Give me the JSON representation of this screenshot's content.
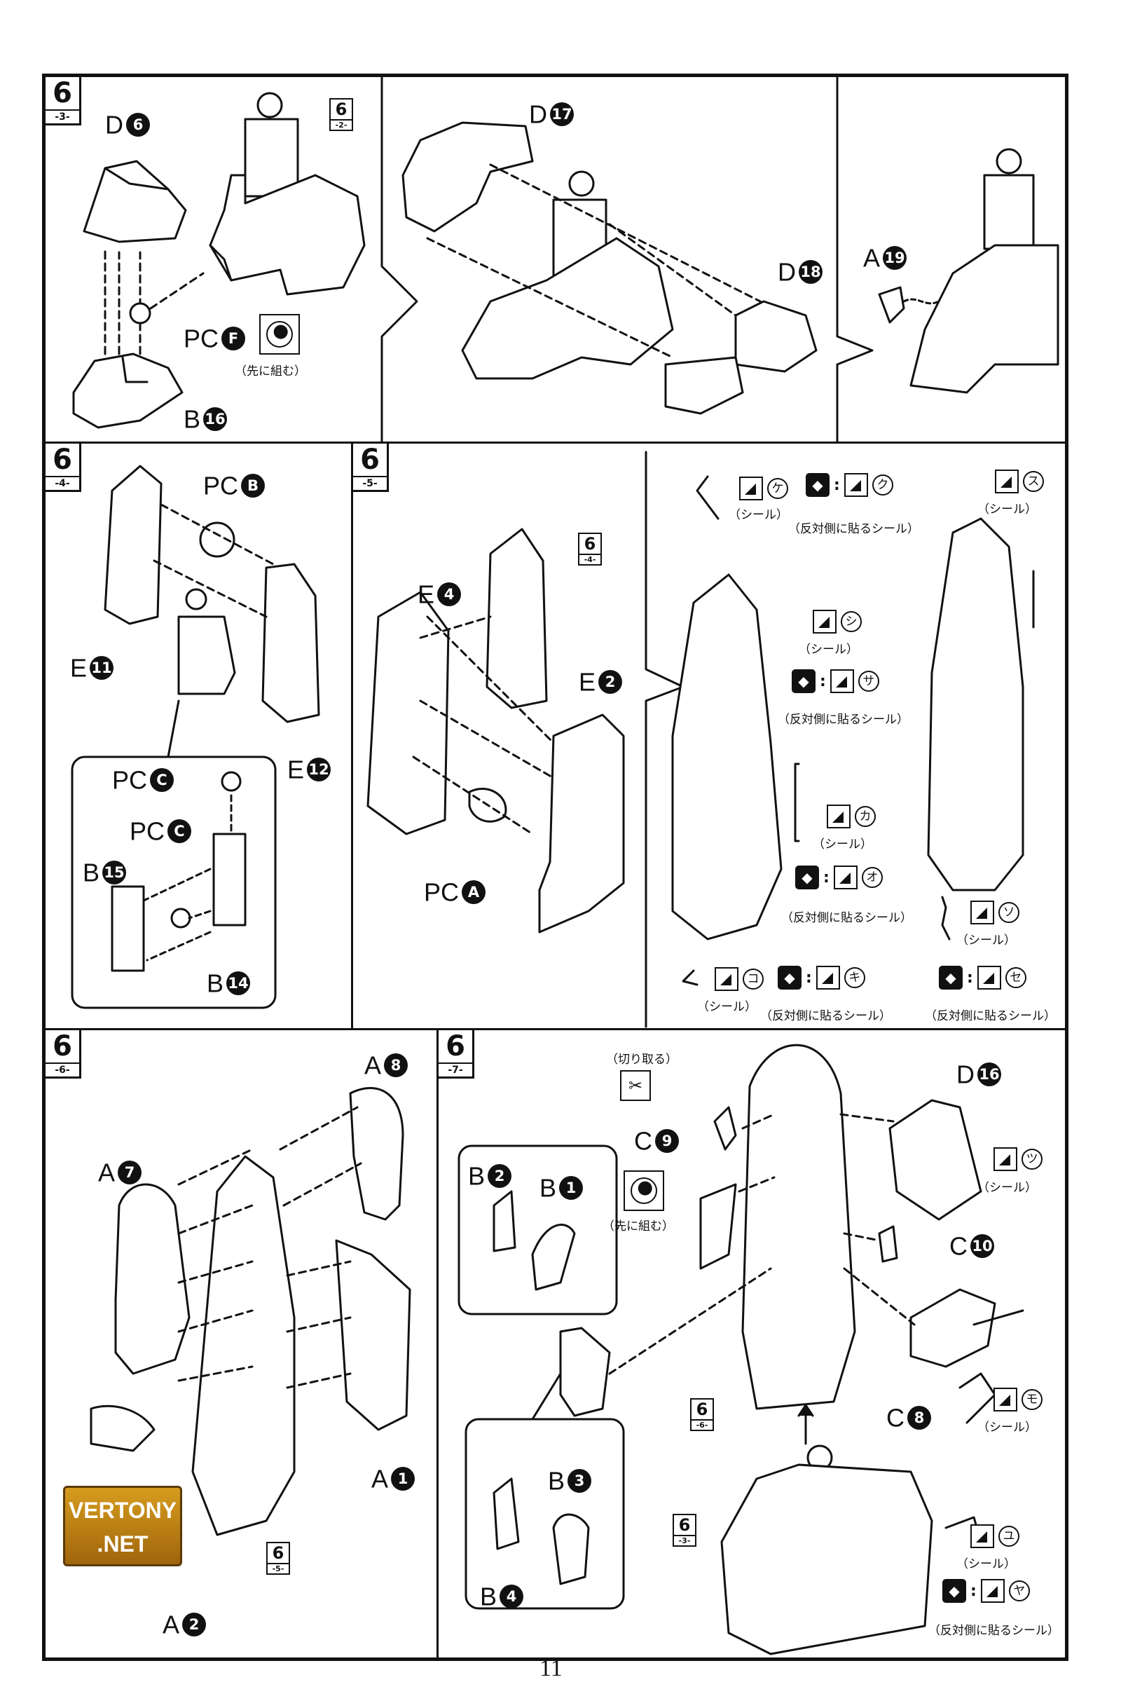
{
  "page_number": "11",
  "watermark": "VERTONY .NET",
  "steps": {
    "s3": {
      "num": "6",
      "sub": "-3-"
    },
    "s4": {
      "num": "6",
      "sub": "-4-"
    },
    "s5": {
      "num": "6",
      "sub": "-5-"
    },
    "s6": {
      "num": "6",
      "sub": "-6-"
    },
    "s7": {
      "num": "6",
      "sub": "-7-"
    }
  },
  "refs": {
    "r2": {
      "num": "6",
      "sub": "-2-"
    },
    "r4": {
      "num": "6",
      "sub": "-4-"
    },
    "r5": {
      "num": "6",
      "sub": "-5-"
    },
    "r6": {
      "num": "6",
      "sub": "-6-"
    },
    "r3": {
      "num": "6",
      "sub": "-3-"
    }
  },
  "labels": {
    "d6": {
      "p": "D",
      "n": "6"
    },
    "pcf": {
      "p": "PC",
      "n": "F"
    },
    "b16": {
      "p": "B",
      "n": "16"
    },
    "d17": {
      "p": "D",
      "n": "17"
    },
    "d18": {
      "p": "D",
      "n": "18"
    },
    "a19": {
      "p": "A",
      "n": "19"
    },
    "pcb": {
      "p": "PC",
      "n": "B"
    },
    "e11": {
      "p": "E",
      "n": "11"
    },
    "e12": {
      "p": "E",
      "n": "12"
    },
    "pcc1": {
      "p": "PC",
      "n": "C"
    },
    "pcc2": {
      "p": "PC",
      "n": "C"
    },
    "b15": {
      "p": "B",
      "n": "15"
    },
    "b14": {
      "p": "B",
      "n": "14"
    },
    "e4": {
      "p": "E",
      "n": "4"
    },
    "e2": {
      "p": "E",
      "n": "2"
    },
    "pca": {
      "p": "PC",
      "n": "A"
    },
    "a8": {
      "p": "A",
      "n": "8"
    },
    "a7": {
      "p": "A",
      "n": "7"
    },
    "a1": {
      "p": "A",
      "n": "1"
    },
    "a2": {
      "p": "A",
      "n": "2"
    },
    "c9": {
      "p": "C",
      "n": "9"
    },
    "b2": {
      "p": "B",
      "n": "2"
    },
    "b1": {
      "p": "B",
      "n": "1"
    },
    "d16": {
      "p": "D",
      "n": "16"
    },
    "c10": {
      "p": "C",
      "n": "10"
    },
    "c8": {
      "p": "C",
      "n": "8"
    },
    "b3": {
      "p": "B",
      "n": "3"
    },
    "b4": {
      "p": "B",
      "n": "4"
    }
  },
  "notes": {
    "assemble_first_1": "（先に組む）",
    "assemble_first_2": "（先に組む）",
    "cut_off": "（切り取る）"
  },
  "seals": {
    "ke": {
      "kana": "ケ",
      "caption": "（シール）"
    },
    "ku": {
      "kana": "ク",
      "caption": "（反対側に貼るシール）"
    },
    "su": {
      "kana": "ス",
      "caption": "（シール）"
    },
    "shi": {
      "kana": "シ",
      "caption": "（シール）"
    },
    "sa": {
      "kana": "サ",
      "caption": "（反対側に貼るシール）"
    },
    "ka": {
      "kana": "カ",
      "caption": "（シール）"
    },
    "o": {
      "kana": "オ",
      "caption": "（反対側に貼るシール）"
    },
    "so": {
      "kana": "ソ",
      "caption": "（シール）"
    },
    "ko": {
      "kana": "コ",
      "caption": "（シール）"
    },
    "ki": {
      "kana": "キ",
      "caption": "（反対側に貼るシール）"
    },
    "se": {
      "kana": "セ",
      "caption": "（反対側に貼るシール）"
    },
    "tsu": {
      "kana": "ツ",
      "caption": "（シール）"
    },
    "mo": {
      "kana": "モ",
      "caption": "（シール）"
    },
    "yu": {
      "kana": "ユ",
      "caption": "（シール）"
    },
    "ya": {
      "kana": "ヤ",
      "caption": "（反対側に貼るシール）"
    }
  },
  "swap_symbol": "◆",
  "colors": {
    "ink": "#111111",
    "paper": "#ffffff",
    "watermark": "#c98a18"
  }
}
